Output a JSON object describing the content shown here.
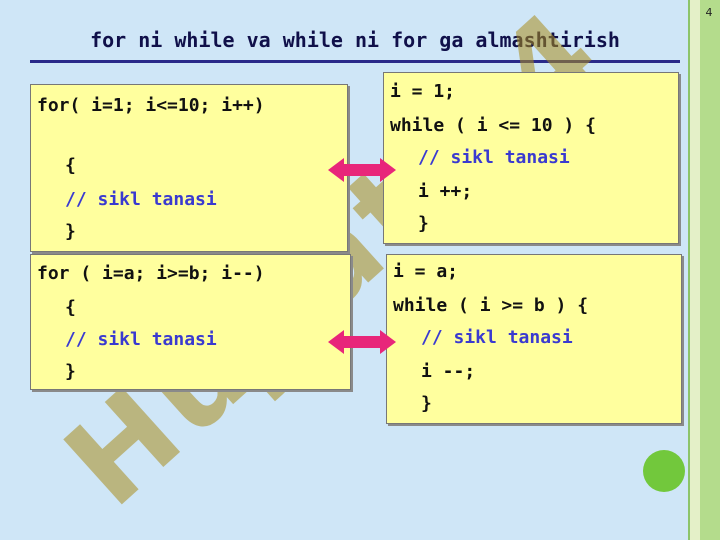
{
  "slide": {
    "number": "4",
    "title": "for ni while va while ni for ga almashtirish",
    "watermark": "Hujjat 24"
  },
  "boxes": {
    "for_inc": [
      "for( i=1; i<=10; i++)",
      "{",
      "// sikl tanasi",
      "}"
    ],
    "while_inc": [
      "i = 1;",
      "while ( i <= 10 ) {",
      "// sikl tanasi",
      "i ++;",
      "}"
    ],
    "for_dec": [
      "for ( i=a; i>=b; i--)",
      "{",
      "// sikl tanasi",
      "}"
    ],
    "while_dec": [
      "i = a;",
      "while ( i >= b ) {",
      "// sikl tanasi",
      "i --;",
      "}"
    ]
  },
  "colors": {
    "box_fill": "#ffff9e",
    "comment": "#3a3ad0",
    "arrow": "#e8267a",
    "accent_dot": "#72c83c"
  },
  "icons": {
    "arrow": "double-arrow-icon",
    "dot": "green-circle-icon"
  }
}
